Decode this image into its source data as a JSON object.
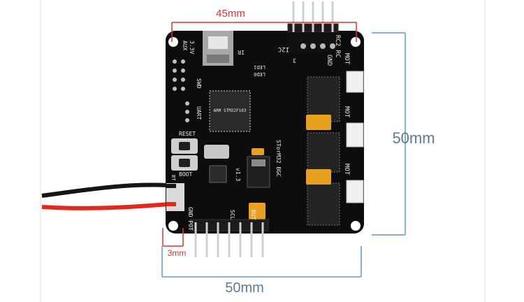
{
  "dimensions": {
    "top_width": "45mm",
    "right_height": "50mm",
    "bottom_width": "50mm",
    "corner_offset": "3mm"
  },
  "colors": {
    "background": "#ffffff",
    "board": "#0d0d0d",
    "accent_red": "#e03030",
    "guide_blue": "#5b9bc6",
    "capacitor": "#e8a020",
    "header_pin": "#cfcfcf",
    "wire_red": "#e02a1c",
    "wire_black": "#151515"
  },
  "board": {
    "silkscreen": {
      "rc2_rc": "RC2 RC",
      "gnd": "GND",
      "mot_top": "MOT",
      "mot_mid": "MOT",
      "mot_bot": "MOT",
      "i2c": "I2C",
      "num3": "3",
      "ir": "IR",
      "led0": "LED0",
      "led1": "LED1",
      "v33": "3.3V",
      "aux": "AUX",
      "swd": "SWD",
      "uart": "UART",
      "reset": "RESET",
      "boot": "BOOT",
      "bt": "BT",
      "gnd_pot": "GND POT",
      "scl": "SCL",
      "but": "BUT",
      "storm": "STorM32 BGC",
      "version": "v1.3"
    },
    "mcu_marking": "ARM STM32F103"
  }
}
